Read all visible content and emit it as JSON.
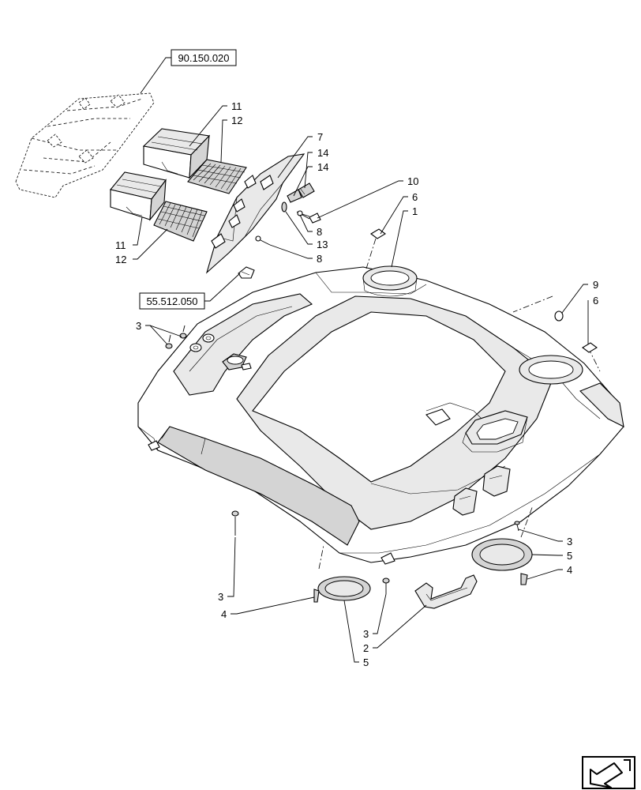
{
  "references": {
    "top": "90.150.020",
    "left": "55.512.050"
  },
  "callouts": {
    "c1": "1",
    "c2": "2",
    "c3a": "3",
    "c3b": "3",
    "c3c": "3",
    "c3d": "3",
    "c4a": "4",
    "c4b": "4",
    "c5a": "5",
    "c5b": "5",
    "c6a": "6",
    "c6b": "6",
    "c7": "7",
    "c8a": "8",
    "c8b": "8",
    "c9": "9",
    "c10": "10",
    "c11a": "11",
    "c11b": "11",
    "c12a": "12",
    "c12b": "12",
    "c13": "13",
    "c14a": "14",
    "c14b": "14"
  },
  "icons": {
    "nav": "next-page-arrow-icon"
  }
}
